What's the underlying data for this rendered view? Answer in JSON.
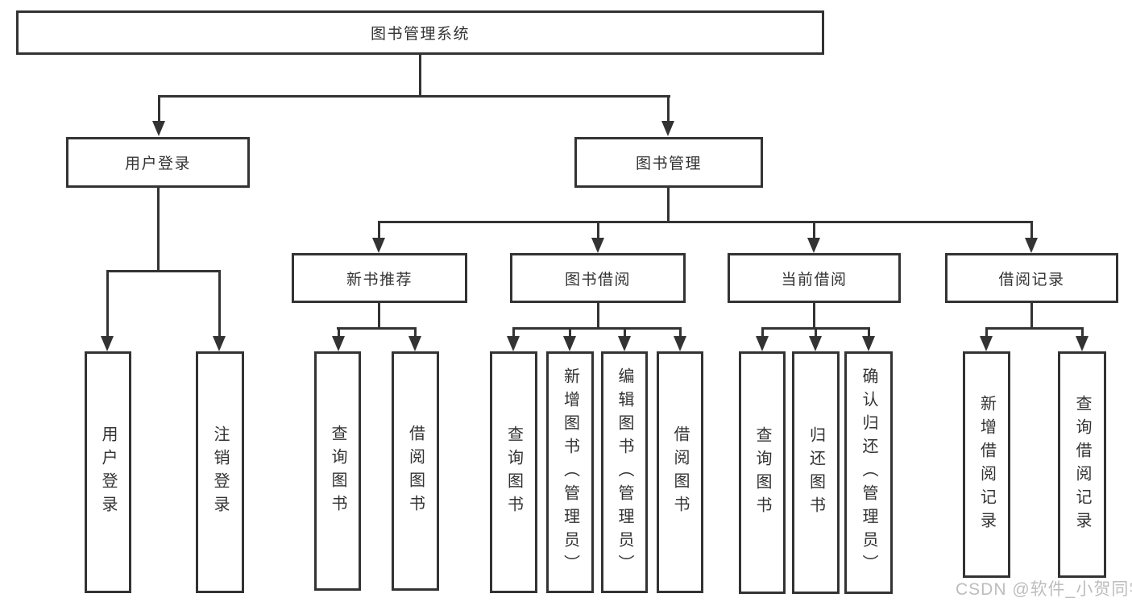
{
  "tree": {
    "root": "图书管理系统",
    "branches": [
      {
        "label": "用户登录",
        "children": [
          "用户登录",
          "注销登录"
        ]
      },
      {
        "label": "图书管理",
        "children": [
          {
            "label": "新书推荐",
            "children": [
              "查询图书",
              "借阅图书"
            ]
          },
          {
            "label": "图书借阅",
            "children": [
              "查询图书",
              "新增图书（管理员）",
              "编辑图书（管理员）",
              "借阅图书"
            ]
          },
          {
            "label": "当前借阅",
            "children": [
              "查询图书",
              "归还图书",
              "确认归还（管理员）"
            ]
          },
          {
            "label": "借阅记录",
            "children": [
              "新增借阅记录",
              "查询借阅记录"
            ]
          }
        ]
      }
    ]
  },
  "watermark": "CSDN @软件_小贺同学",
  "colors": {
    "line": "#333333",
    "text": "#333333",
    "watermark": "#bdbdbd",
    "background": "#ffffff"
  }
}
